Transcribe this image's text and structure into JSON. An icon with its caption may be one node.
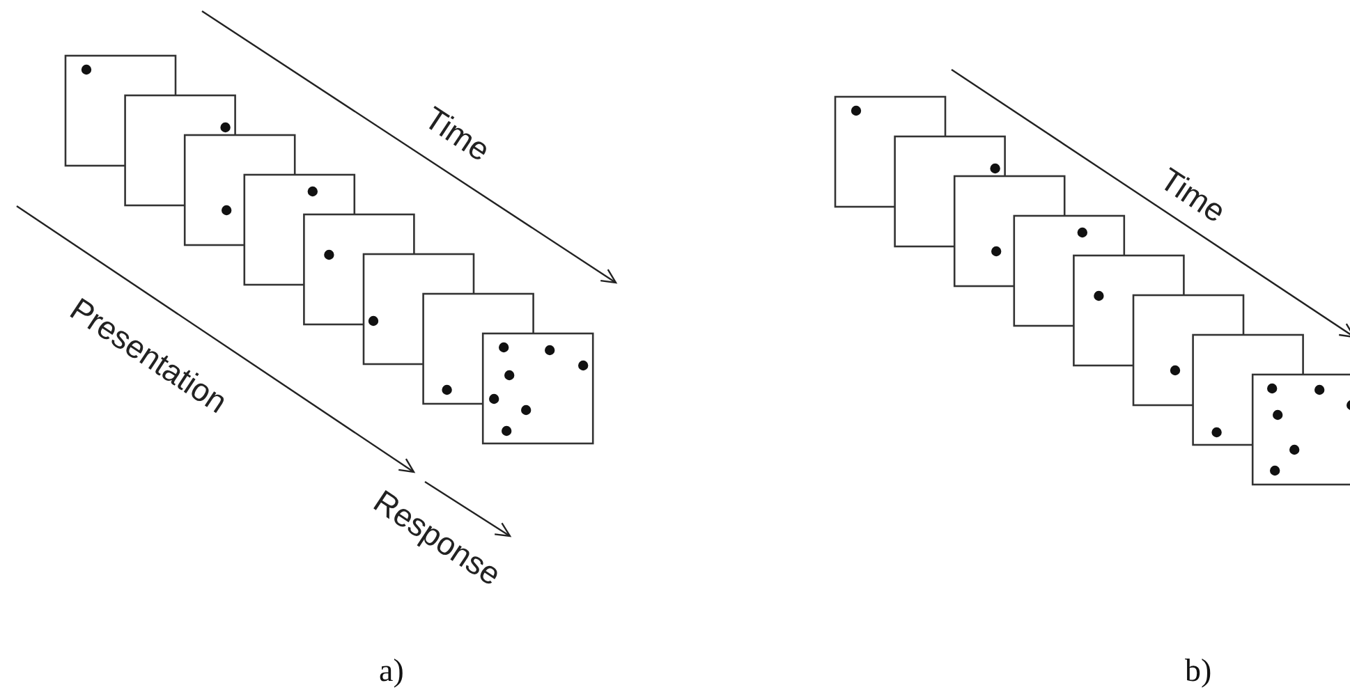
{
  "diagram": {
    "labels": [
      "Time",
      "Presentation",
      "Response",
      "a)",
      "Time",
      "b)"
    ]
  }
}
